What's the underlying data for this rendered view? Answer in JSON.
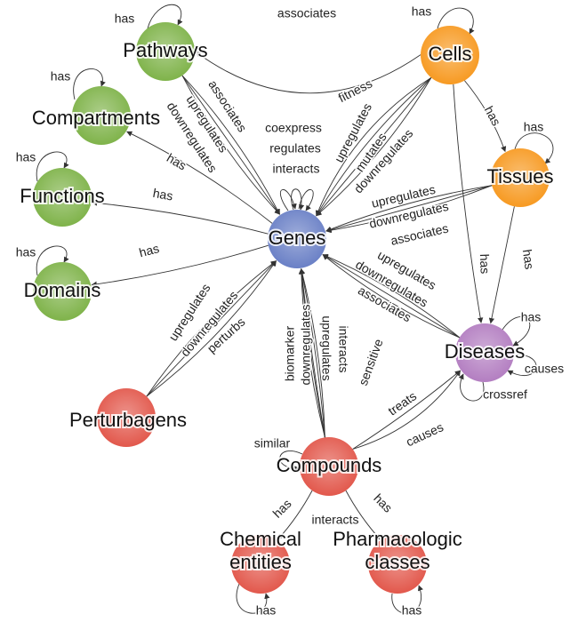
{
  "colors": {
    "green": "#7fb34a",
    "orange": "#f79a22",
    "blue": "#6a80c6",
    "purple": "#b37ec1",
    "red": "#e2584c"
  },
  "nodes": [
    {
      "id": "pathways",
      "lines": [
        "Pathways"
      ],
      "color": "green"
    },
    {
      "id": "compartments",
      "lines": [
        "Compartments"
      ],
      "color": "green"
    },
    {
      "id": "functions",
      "lines": [
        "Functions"
      ],
      "color": "green"
    },
    {
      "id": "domains",
      "lines": [
        "Domains"
      ],
      "color": "green"
    },
    {
      "id": "cells",
      "lines": [
        "Cells"
      ],
      "color": "orange"
    },
    {
      "id": "tissues",
      "lines": [
        "Tissues"
      ],
      "color": "orange"
    },
    {
      "id": "genes",
      "lines": [
        "Genes"
      ],
      "color": "blue"
    },
    {
      "id": "diseases",
      "lines": [
        "Diseases"
      ],
      "color": "purple"
    },
    {
      "id": "perturbagens",
      "lines": [
        "Perturbagens"
      ],
      "color": "red"
    },
    {
      "id": "compounds",
      "lines": [
        "Compounds"
      ],
      "color": "red"
    },
    {
      "id": "chemical",
      "lines": [
        "Chemical",
        "entities"
      ],
      "color": "red"
    },
    {
      "id": "pharma",
      "lines": [
        "Pharmacologic",
        "classes"
      ],
      "color": "red"
    }
  ],
  "edges": [
    {
      "id": "cells-pathways-associates",
      "label": "associates"
    },
    {
      "id": "pathways-has-self",
      "label": "has"
    },
    {
      "id": "cells-has-self",
      "label": "has"
    },
    {
      "id": "compartments-has-self",
      "label": "has"
    },
    {
      "id": "functions-has-self",
      "label": "has"
    },
    {
      "id": "domains-has-self",
      "label": "has"
    },
    {
      "id": "tissues-has-self",
      "label": "has"
    },
    {
      "id": "chemical-has-self",
      "label": "has"
    },
    {
      "id": "pharma-has-self",
      "label": "has"
    },
    {
      "id": "pathways-genes-associates",
      "label": "associates"
    },
    {
      "id": "pathways-genes-upregulates",
      "label": "upregulates"
    },
    {
      "id": "pathways-genes-downregulates",
      "label": "downregulates"
    },
    {
      "id": "genes-compartments-has",
      "label": "has"
    },
    {
      "id": "genes-functions-has",
      "label": "has"
    },
    {
      "id": "genes-domains-has",
      "label": "has"
    },
    {
      "id": "genes-coexpress",
      "label": "coexpress"
    },
    {
      "id": "genes-regulates",
      "label": "regulates"
    },
    {
      "id": "genes-interacts",
      "label": "interacts"
    },
    {
      "id": "cells-genes-fitness",
      "label": "fitness"
    },
    {
      "id": "cells-genes-upregulates",
      "label": "upregulates"
    },
    {
      "id": "cells-genes-mutates",
      "label": "mutates"
    },
    {
      "id": "cells-genes-downregulates",
      "label": "downregulates"
    },
    {
      "id": "cells-tissues-has",
      "label": "has"
    },
    {
      "id": "cells-diseases-has",
      "label": "has"
    },
    {
      "id": "tissues-genes-upregulates",
      "label": "upregulates"
    },
    {
      "id": "tissues-genes-downregulates",
      "label": "downregulates"
    },
    {
      "id": "tissues-genes-associates",
      "label": "associates"
    },
    {
      "id": "tissues-diseases-has",
      "label": "has"
    },
    {
      "id": "diseases-genes-upregulates",
      "label": "upregulates"
    },
    {
      "id": "diseases-genes-downregulates",
      "label": "downregulates"
    },
    {
      "id": "diseases-genes-associates",
      "label": "associates"
    },
    {
      "id": "diseases-has-self",
      "label": "has"
    },
    {
      "id": "diseases-causes-self",
      "label": "causes"
    },
    {
      "id": "diseases-crossref-self",
      "label": "crossref"
    },
    {
      "id": "perturbagens-genes-upregulates",
      "label": "upregulates"
    },
    {
      "id": "perturbagens-genes-downregulates",
      "label": "downregulates"
    },
    {
      "id": "perturbagens-genes-perturbs",
      "label": "perturbs"
    },
    {
      "id": "compounds-genes-biomarker",
      "label": "biomarker"
    },
    {
      "id": "compounds-genes-downregulates",
      "label": "downregulates"
    },
    {
      "id": "compounds-genes-upregulates",
      "label": "upregulates"
    },
    {
      "id": "compounds-genes-interacts",
      "label": "interacts"
    },
    {
      "id": "compounds-genes-sensitive",
      "label": "sensitive"
    },
    {
      "id": "compounds-diseases-treats",
      "label": "treats"
    },
    {
      "id": "compounds-diseases-causes",
      "label": "causes"
    },
    {
      "id": "compounds-similar-self",
      "label": "similar"
    },
    {
      "id": "compounds-chemical-has",
      "label": "has"
    },
    {
      "id": "compounds-pharma-has",
      "label": "has"
    },
    {
      "id": "chemical-pharma-interacts",
      "label": "interacts"
    }
  ]
}
